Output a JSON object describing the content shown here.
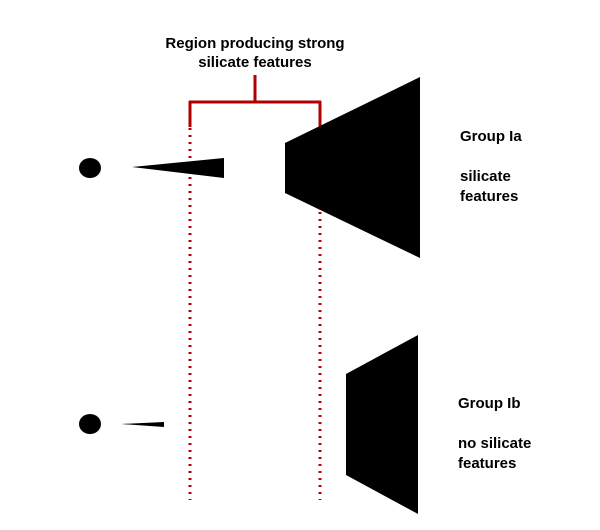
{
  "region": {
    "line1": "Region producing strong",
    "line2": "silicate features",
    "bracket_color": "#b00000"
  },
  "group_ia": {
    "title": "Group Ia",
    "feature_line1": "silicate",
    "feature_line2": "features"
  },
  "group_ib": {
    "title": "Group Ib",
    "feature_line1": "no silicate",
    "feature_line2": "features"
  },
  "shape_color": "#000000"
}
